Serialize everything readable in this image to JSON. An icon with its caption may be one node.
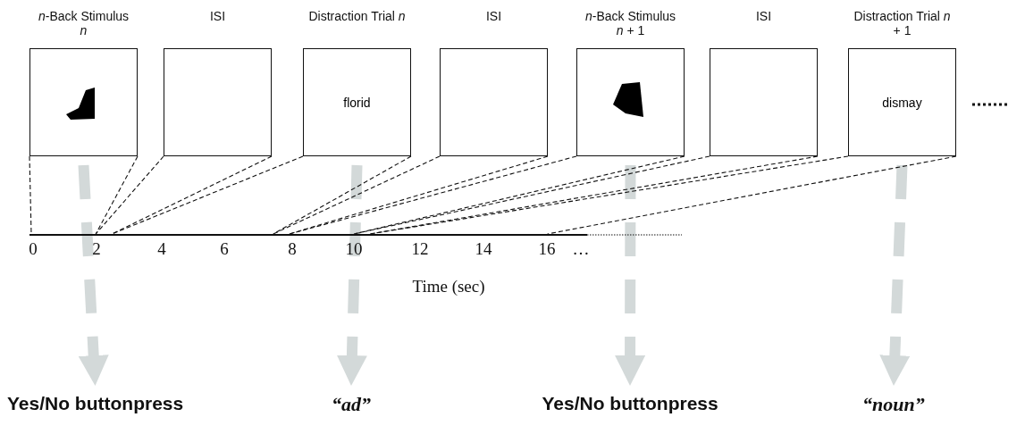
{
  "diagram": {
    "nodes": [
      {
        "text": [
          "*n*-Back Stimulus *n*"
        ]
      },
      {
        "text": [
          "ISI"
        ]
      },
      {
        "text": [
          "Distraction Trial *n*",
          "florid"
        ]
      },
      {
        "text": [
          "ISI"
        ]
      },
      {
        "text": [
          "*n*-Back Stimulus *n* + 1"
        ]
      },
      {
        "text": [
          "ISI"
        ]
      },
      {
        "text": [
          "Distraction Trial *n* + 1",
          "dismay"
        ]
      },
      {
        "text": [
          "Yes/No buttonpress"
        ]
      },
      {
        "text": [
          "“ad”"
        ]
      },
      {
        "text": [
          "Yes/No buttonpress"
        ]
      },
      {
        "text": [
          "“noun”"
        ]
      },
      {
        "text": [],
        "shape": "bar"
      }
    ],
    "edges": [
      {
        "from": 0,
        "to": 7,
        "arrow": "to",
        "style": "dashed",
        "color": "#d3d9d9"
      },
      {
        "from": 2,
        "to": 8,
        "arrow": "to",
        "style": "dashed",
        "color": "#d3d9d9"
      },
      {
        "from": 4,
        "to": 9,
        "arrow": "to",
        "style": "dashed",
        "color": "#d3d9d9"
      },
      {
        "from": 6,
        "to": 10,
        "arrow": "to",
        "style": "dashed",
        "color": "#d3d9d9"
      },
      {
        "from": 0,
        "to": 11,
        "arrow": "none",
        "style": "dashed"
      },
      {
        "from": 0,
        "to": 11,
        "arrow": "none",
        "style": "dashed"
      },
      {
        "from": 1,
        "to": 11,
        "arrow": "none",
        "style": "dashed"
      },
      {
        "from": 1,
        "to": 11,
        "arrow": "none",
        "style": "dashed"
      },
      {
        "from": 2,
        "to": 11,
        "arrow": "none",
        "style": "dashed"
      },
      {
        "from": 2,
        "to": 11,
        "arrow": "none",
        "style": "dashed"
      },
      {
        "from": 3,
        "to": 11,
        "arrow": "none",
        "style": "dashed"
      },
      {
        "from": 3,
        "to": 11,
        "arrow": "none",
        "style": "dashed"
      },
      {
        "from": 4,
        "to": 11,
        "arrow": "none",
        "style": "dashed"
      },
      {
        "from": 4,
        "to": 11,
        "arrow": "none",
        "style": "dashed"
      },
      {
        "from": 5,
        "to": 11,
        "arrow": "none",
        "style": "dashed"
      },
      {
        "from": 5,
        "to": 11,
        "arrow": "none",
        "style": "dashed"
      },
      {
        "from": 6,
        "to": 11,
        "arrow": "none",
        "style": "dashed"
      },
      {
        "from": 6,
        "to": 11,
        "arrow": "none",
        "style": "dashed"
      }
    ],
    "labels": [
      "0",
      "2",
      "4",
      "6",
      "8",
      "10",
      "12",
      "14",
      "16",
      "…",
      "Time (sec)"
    ]
  }
}
